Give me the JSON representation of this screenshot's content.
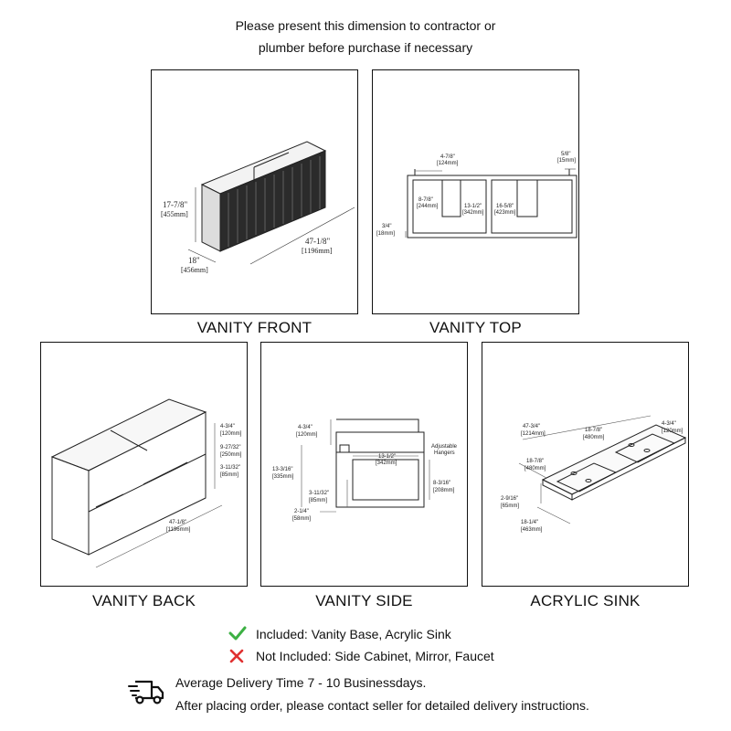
{
  "notice": {
    "line1": "Please present this dimension to contractor or",
    "line2": "plumber before purchase if necessary"
  },
  "panels": {
    "front": {
      "caption": "VANITY FRONT",
      "dims": {
        "height": "17-7/8\"",
        "height_mm": "[455mm]",
        "depth": "18\"",
        "depth_mm": "[456mm]",
        "width": "47-1/8\"",
        "width_mm": "[1196mm]"
      }
    },
    "top": {
      "caption": "VANITY TOP",
      "dims": {
        "a": "4-7/8\"",
        "a_mm": "[124mm]",
        "b": "5/8\"",
        "b_mm": "[15mm]",
        "c": "8-7/8\"",
        "c_mm": "[244mm]",
        "d": "13-1/2\"",
        "d_mm": "[342mm]",
        "e": "16-5/8\"",
        "e_mm": "[423mm]",
        "f": "3/4\"",
        "f_mm": "[18mm]"
      }
    },
    "back": {
      "caption": "VANITY BACK",
      "dims": {
        "a": "4-3/4\"",
        "a_mm": "[120mm]",
        "b": "9-27/32\"",
        "b_mm": "[250mm]",
        "c": "3-11/32\"",
        "c_mm": "[85mm]",
        "w": "47-1/8\"",
        "w_mm": "[1196mm]"
      }
    },
    "side": {
      "caption": "VANITY SIDE",
      "dims": {
        "a": "4-3/4\"",
        "a_mm": "[120mm]",
        "hangers1": "Adjustable",
        "hangers2": "Hangers",
        "b": "13-1/2\"",
        "b_mm": "[342mm]",
        "c": "13-3/16\"",
        "c_mm": "[335mm]",
        "d": "8-3/16\"",
        "d_mm": "[208mm]",
        "e": "3-11/32\"",
        "e_mm": "[85mm]",
        "f": "2-1/4\"",
        "f_mm": "[58mm]"
      }
    },
    "sink": {
      "caption": "ACRYLIC SINK",
      "dims": {
        "a": "47-3/4\"",
        "a_mm": "[1214mm]",
        "b": "4-3/4\"",
        "b_mm": "[120mm]",
        "c": "18-7/8\"",
        "c_mm": "[480mm]",
        "d": "18-7/8\"",
        "d_mm": "[480mm]",
        "e": "2-9/16\"",
        "e_mm": "[65mm]",
        "f": "18-1/4\"",
        "f_mm": "[463mm]"
      }
    }
  },
  "included": {
    "text": "Included: Vanity Base, Acrylic Sink",
    "color": "#3cb043"
  },
  "not_included": {
    "text": "Not Included: Side Cabinet, Mirror, Faucet",
    "color": "#e03131"
  },
  "delivery": {
    "icon": "delivery-truck-icon",
    "line1": "Average Delivery Time 7 - 10 Businessdays.",
    "line2": "After placing order, please contact seller for detailed delivery instructions."
  }
}
